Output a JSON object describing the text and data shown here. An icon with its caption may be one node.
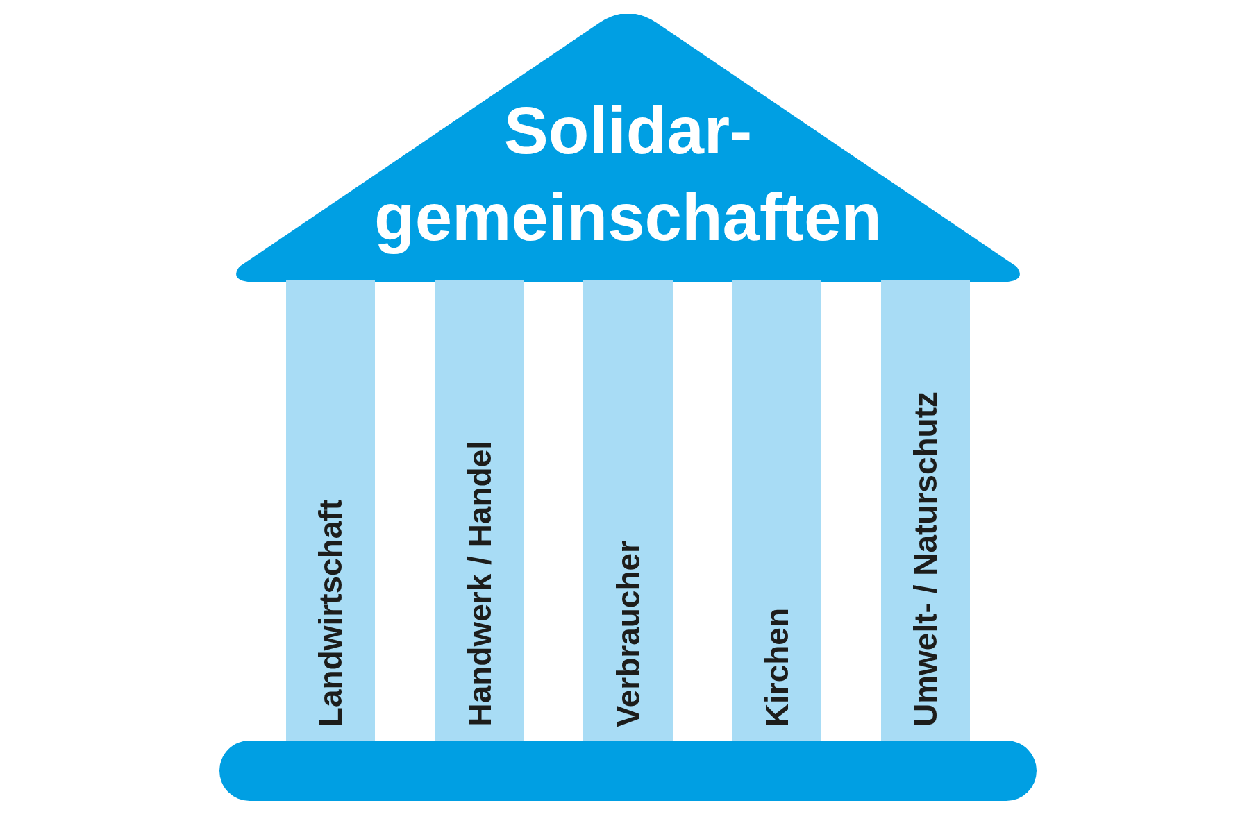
{
  "diagram": {
    "nodes": [
      {
        "text": [
          "Solidar- gemeinschaften"
        ]
      },
      {
        "text": [
          "Landwirtschaft"
        ]
      },
      {
        "text": [
          "Handwerk / Handel"
        ]
      },
      {
        "text": [
          "Verbraucher"
        ]
      },
      {
        "text": [
          "Kirchen"
        ]
      },
      {
        "text": [
          "Umwelt- / Naturschutz"
        ]
      },
      {
        "text": [],
        "shape": "bar"
      }
    ],
    "edges": []
  }
}
